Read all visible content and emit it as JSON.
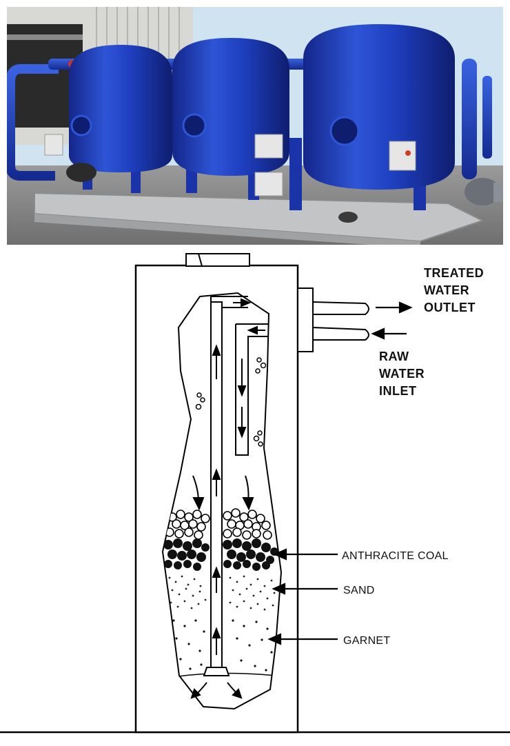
{
  "labels": {
    "treated_line1": "TREATED",
    "treated_line2": "WATER",
    "treated_line3": "OUTLET",
    "raw_line1": "RAW",
    "raw_line2": "WATER",
    "raw_line3": "INLET",
    "anthracite": "ANTHRACITE COAL",
    "sand": "SAND",
    "garnet": "GARNET"
  },
  "colors": {
    "tank_blue": "#1f3fb8",
    "sky": "#cfe3f0",
    "steel": "#b9bcc0"
  }
}
